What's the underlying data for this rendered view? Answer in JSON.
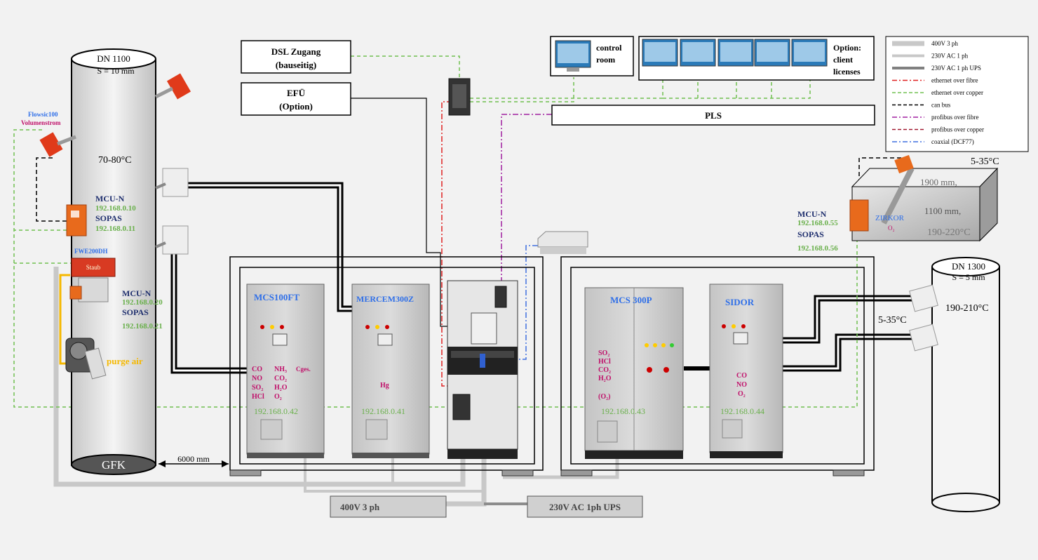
{
  "stack_left": {
    "diameter": "DN 1100",
    "thickness": "S = 10 mm",
    "temperature": "70-80°C",
    "base_label": "GFK",
    "distance": "6000 mm"
  },
  "flowsic": {
    "name": "Flowsic100",
    "desc": "Volumenstrom"
  },
  "mcu_left": {
    "name": "MCU-N",
    "ip1": "192.168.0.10",
    "sopas": "SOPAS",
    "ip2": "192.168.0.11"
  },
  "fwe": {
    "name": "FWE200DH",
    "tag": "Staub"
  },
  "mcu_left2": {
    "name": "MCU-N",
    "ip1": "192.168.0.20",
    "sopas": "SOPAS",
    "ip2": "192.168.0.21"
  },
  "purge_air": "purge air",
  "boxes": {
    "dsl_line1": "DSL Zugang",
    "dsl_line2": "(bauseitig)",
    "efu_line1": "EFÜ",
    "efu_line2": "(Option)",
    "pls": "PLS"
  },
  "control_room": {
    "line1": "control",
    "line2": "room"
  },
  "client_licenses": {
    "line1": "Option:",
    "line2": "client",
    "line3": "licenses"
  },
  "legend": [
    {
      "label": "400V  3 ph",
      "color": "#c8c8c8",
      "style": "thick"
    },
    {
      "label": "230V AC  1 ph",
      "color": "#c8c8c8",
      "style": "medium"
    },
    {
      "label": "230V AC  1 ph  UPS",
      "color": "#808080",
      "style": "medium"
    },
    {
      "label": "ethernet over fibre",
      "color": "#e02020",
      "style": "dashdot"
    },
    {
      "label": "ethernet over copper",
      "color": "#70c050",
      "style": "dash"
    },
    {
      "label": "can bus",
      "color": "#000000",
      "style": "dash"
    },
    {
      "label": "profibus over fibre",
      "color": "#a020a0",
      "style": "dashdot"
    },
    {
      "label": "profibus over copper",
      "color": "#a01830",
      "style": "dash"
    },
    {
      "label": "coaxial (DCF77)",
      "color": "#4070e0",
      "style": "dashdot"
    }
  ],
  "zirkor": {
    "ambient": "5-35°C",
    "depth": "1900 mm,",
    "height": "1100 mm,",
    "temp": "190-220°C",
    "name": "ZIRKOR",
    "gas": "O₂"
  },
  "mcu_right": {
    "name": "MCU-N",
    "ip1": "192.168.0.55",
    "sopas": "SOPAS",
    "ip2": "192.168.0.56"
  },
  "stack_right": {
    "diameter": "DN 1300",
    "thickness": "S = 5 mm",
    "temperature": "190-210°C",
    "ambient": "5-35°C"
  },
  "cabinets": {
    "mcs100ft": {
      "title": "MCS100FT",
      "col1": [
        "CO",
        "NO",
        "SO₂",
        "HCl"
      ],
      "col2": [
        "NH₃",
        "CO₂",
        "H₂O",
        "O₂"
      ],
      "col3": "Cges.",
      "ip": "192.168.0.42"
    },
    "mercem": {
      "title": "MERCEM300Z",
      "gas": "Hg",
      "ip": "192.168.0.41"
    },
    "mcs300p": {
      "title": "MCS 300P",
      "gases": [
        "SO₂",
        "HCl",
        "CO₂",
        "H₂O",
        "(O₂)"
      ],
      "ip": "192.168.0.43"
    },
    "sidor": {
      "title": "SIDOR",
      "gases": [
        "CO",
        "NO",
        "O₂"
      ],
      "ip": "192.168.0.44"
    }
  },
  "power": {
    "p400": "400V  3 ph",
    "p230": "230V AC  1ph  UPS"
  },
  "colors": {
    "cabinet_title": "#2f6fe8",
    "ip_green": "#6ab04c",
    "gas_magenta": "#c0106a",
    "mcu_navy": "#1f2f6e",
    "purge": "#f5b800",
    "device_orange": "#e86a1c"
  }
}
